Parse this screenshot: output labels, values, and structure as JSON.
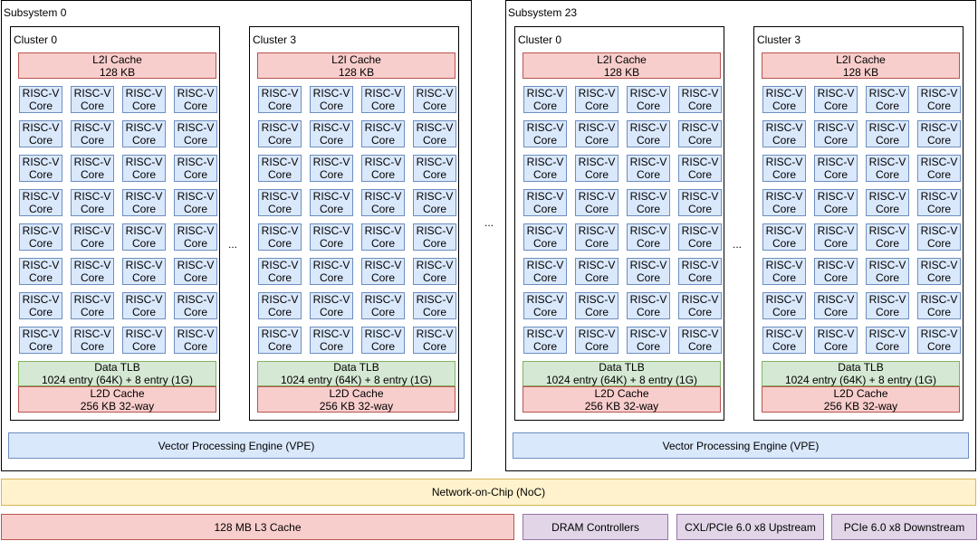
{
  "subsystems": [
    {
      "label": "Subsystem 0",
      "clusters": [
        {
          "label": "Cluster 0"
        },
        {
          "label": "Cluster 3"
        }
      ],
      "ellipsis": "...",
      "vpe": "Vector Processing Engine (VPE)"
    },
    {
      "label": "Subsystem 23",
      "clusters": [
        {
          "label": "Cluster 0"
        },
        {
          "label": "Cluster 3"
        }
      ],
      "ellipsis": "...",
      "vpe": "Vector Processing Engine (VPE)"
    }
  ],
  "between_subsystems": "...",
  "cluster_common": {
    "l2i_title": "L2I Cache",
    "l2i_size": "128 KB",
    "core_line1": "RISC-V",
    "core_line2": "Core",
    "core_rows": 8,
    "core_cols": 4,
    "tlb_title": "Data TLB",
    "tlb_detail": "1024 entry (64K) + 8 entry (1G)",
    "l2d_title": "L2D Cache",
    "l2d_detail": "256 KB 32-way"
  },
  "noc": "Network-on-Chip (NoC)",
  "bottom": {
    "l3": "128 MB L3 Cache",
    "dram": "DRAM Controllers",
    "cxl": "CXL/PCIe 6.0 x8 Upstream",
    "pcie": "PCIe 6.0 x8 Downstream"
  },
  "colors": {
    "cache": "#f8cecc",
    "tlb": "#d5e8d4",
    "core": "#dae8fc",
    "noc": "#fff2cc",
    "io": "#e1d5e7"
  }
}
